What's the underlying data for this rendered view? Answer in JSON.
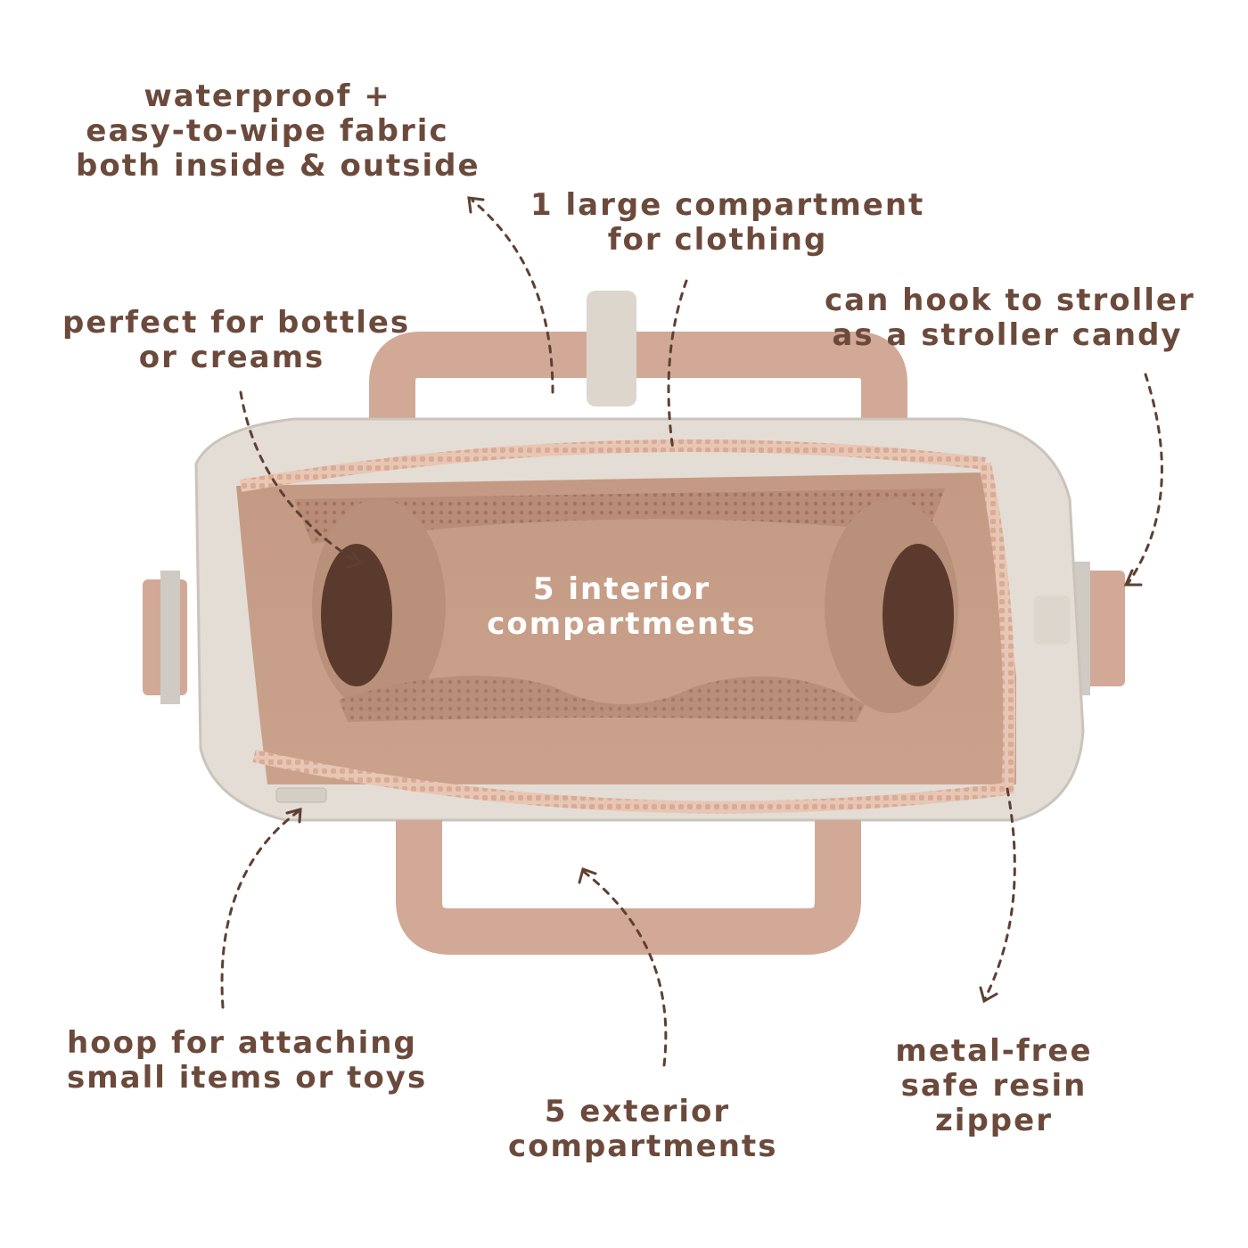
{
  "colors": {
    "text": "#6b4a3c",
    "inside_text": "#ffffff",
    "bag_shell": "#e3ddd6",
    "lining": "#c79f89",
    "strap": "#d2a996",
    "zipper": "#e8c6b4"
  },
  "callouts": {
    "fabric": {
      "line1": "waterproof +",
      "line2": "easy-to-wipe fabric",
      "line3": "both inside & outside"
    },
    "clothing": {
      "line1": "1 large compartment",
      "line2": "for clothing"
    },
    "bottles": {
      "line1": "perfect for bottles",
      "line2": "or creams"
    },
    "stroller": {
      "line1": "can hook to stroller",
      "line2": "as a stroller candy"
    },
    "interior": {
      "line1": "5 interior",
      "line2": "compartments"
    },
    "hoop": {
      "line1": "hoop for attaching",
      "line2": "small items or toys"
    },
    "exterior": {
      "line1": "5 exterior",
      "line2": "compartments"
    },
    "zipper": {
      "line1": "metal-free",
      "line2": "safe resin",
      "line3": "zipper"
    }
  }
}
